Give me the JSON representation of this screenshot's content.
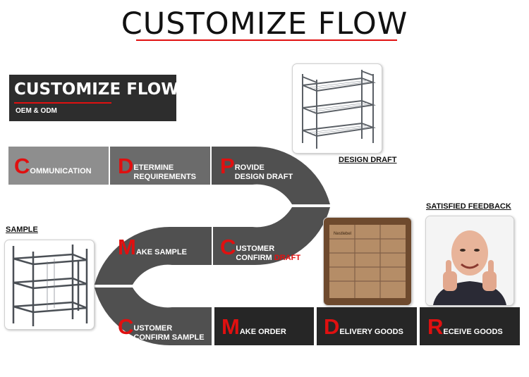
{
  "header": {
    "title": "CUSTOMIZE FLOW"
  },
  "banner": {
    "title": "CUSTOMIZE FLOW",
    "subtitle": "OEM & ODM"
  },
  "labels": {
    "design_draft": "DESIGN DRAFT",
    "sample": "SAMPLE",
    "satisfied_feedback": "SATISFIED FEEDBACK"
  },
  "steps": [
    {
      "initial": "C",
      "text": "OMMUNICATION"
    },
    {
      "initial": "D",
      "line1": "ETERMINE",
      "line2": "REQUIREMENTS"
    },
    {
      "initial": "P",
      "line1": "ROVIDE",
      "line2": "DESIGN DRAFT"
    },
    {
      "initial": "M",
      "text": "AKE SAMPLE"
    },
    {
      "initial": "C",
      "line1": "USTOMER",
      "line2a": "CONFIRM ",
      "line2b": "DRAFT"
    },
    {
      "initial": "C",
      "line1": "USTOMER",
      "line2": "CONFIRM SAMPLE"
    },
    {
      "initial": "M",
      "text": "AKE ORDER"
    },
    {
      "initial": "D",
      "text": "ELIVERY GOODS"
    },
    {
      "initial": "R",
      "text": "ECEIVE GOODS"
    }
  ],
  "photos": {
    "box_brand_text": "Nestlebel"
  },
  "colors": {
    "accent_red": "#e01010",
    "step_light_gray": "#8e8e8e",
    "step_mid_gray": "#6b6b6b",
    "step_dark_gray": "#505050",
    "step_black": "#262626",
    "banner_bg": "#2d2d2d"
  }
}
